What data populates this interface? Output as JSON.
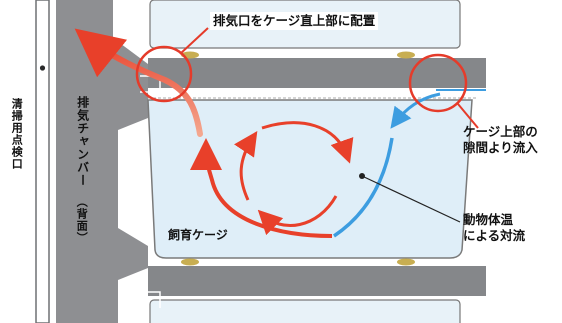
{
  "labels": {
    "exhaust_port": "排気口をケージ直上部に配置",
    "cage_gap_inflow_line1": "ケージ上部の",
    "cage_gap_inflow_line2": "隙間より流入",
    "convection_line1": "動物体温",
    "convection_line2": "による対流",
    "cage": "飼育ケージ",
    "chamber_line1": "排気チャンバー",
    "chamber_line2": "（背面）",
    "inspection_port": "清掃用点検口"
  },
  "colors": {
    "chamber_gray": "#8e8f92",
    "shelf_gray": "#85878a",
    "cage_fill": "#dfeef8",
    "cage_stroke": "#7a7a7a",
    "exhaust_arrow": "#e8402a",
    "convection_arrow": "#e8402a",
    "inflow_arrow": "#3d9de0",
    "callout_circle": "#e53b2a",
    "foot_yellow": "#c8ae52"
  },
  "icons": {
    "exhaust_arrow": "curved-arrow-up-left",
    "convection_arrows": "circular-arrows",
    "inflow_arrow": "curved-arrow-down",
    "callout": "circle-callout"
  }
}
